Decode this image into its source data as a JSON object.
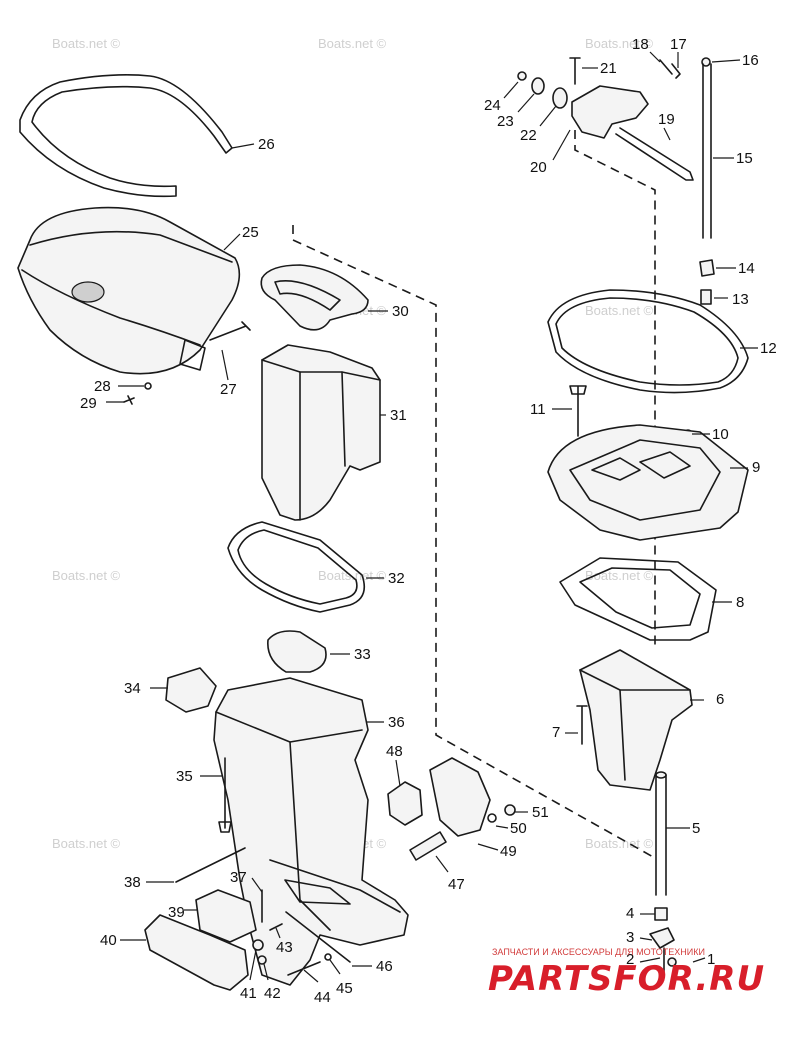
{
  "watermark": "Boats.net ©",
  "callouts": [
    "1",
    "2",
    "3",
    "4",
    "5",
    "6",
    "7",
    "8",
    "9",
    "10",
    "11",
    "12",
    "13",
    "14",
    "15",
    "16",
    "17",
    "18",
    "19",
    "20",
    "21",
    "22",
    "23",
    "24",
    "25",
    "26",
    "27",
    "28",
    "29",
    "30",
    "31",
    "32",
    "33",
    "34",
    "35",
    "36",
    "37",
    "38",
    "39",
    "40",
    "41",
    "42",
    "43",
    "44",
    "45",
    "46",
    "47",
    "48",
    "49",
    "50",
    "51"
  ],
  "brand": {
    "tagline": "ЗАПЧАСТИ И АКСЕССУАРЫ ДЛЯ МОТОТЕХНИКИ",
    "name": "PARTSFOR.RU",
    "color": "#d81e2a"
  }
}
